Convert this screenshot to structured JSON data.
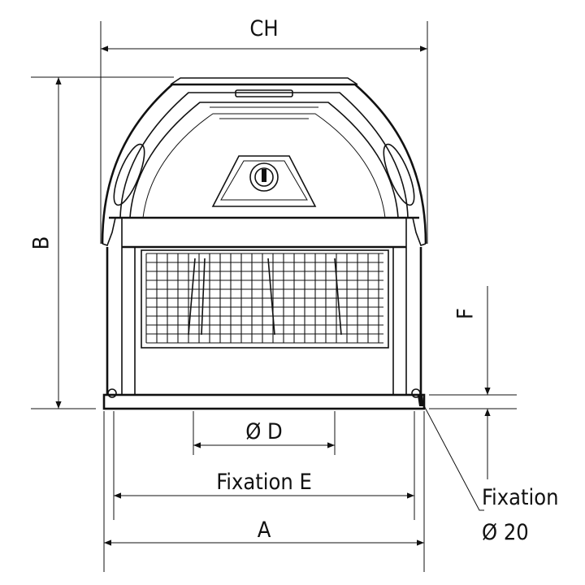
{
  "labels": {
    "ch": "CH",
    "b": "B",
    "f": "F",
    "d": "Ø D",
    "fixation_e": "Fixation E",
    "a": "A",
    "fixation_hole_line1": "Fixation",
    "fixation_hole_line2": "Ø 20"
  }
}
